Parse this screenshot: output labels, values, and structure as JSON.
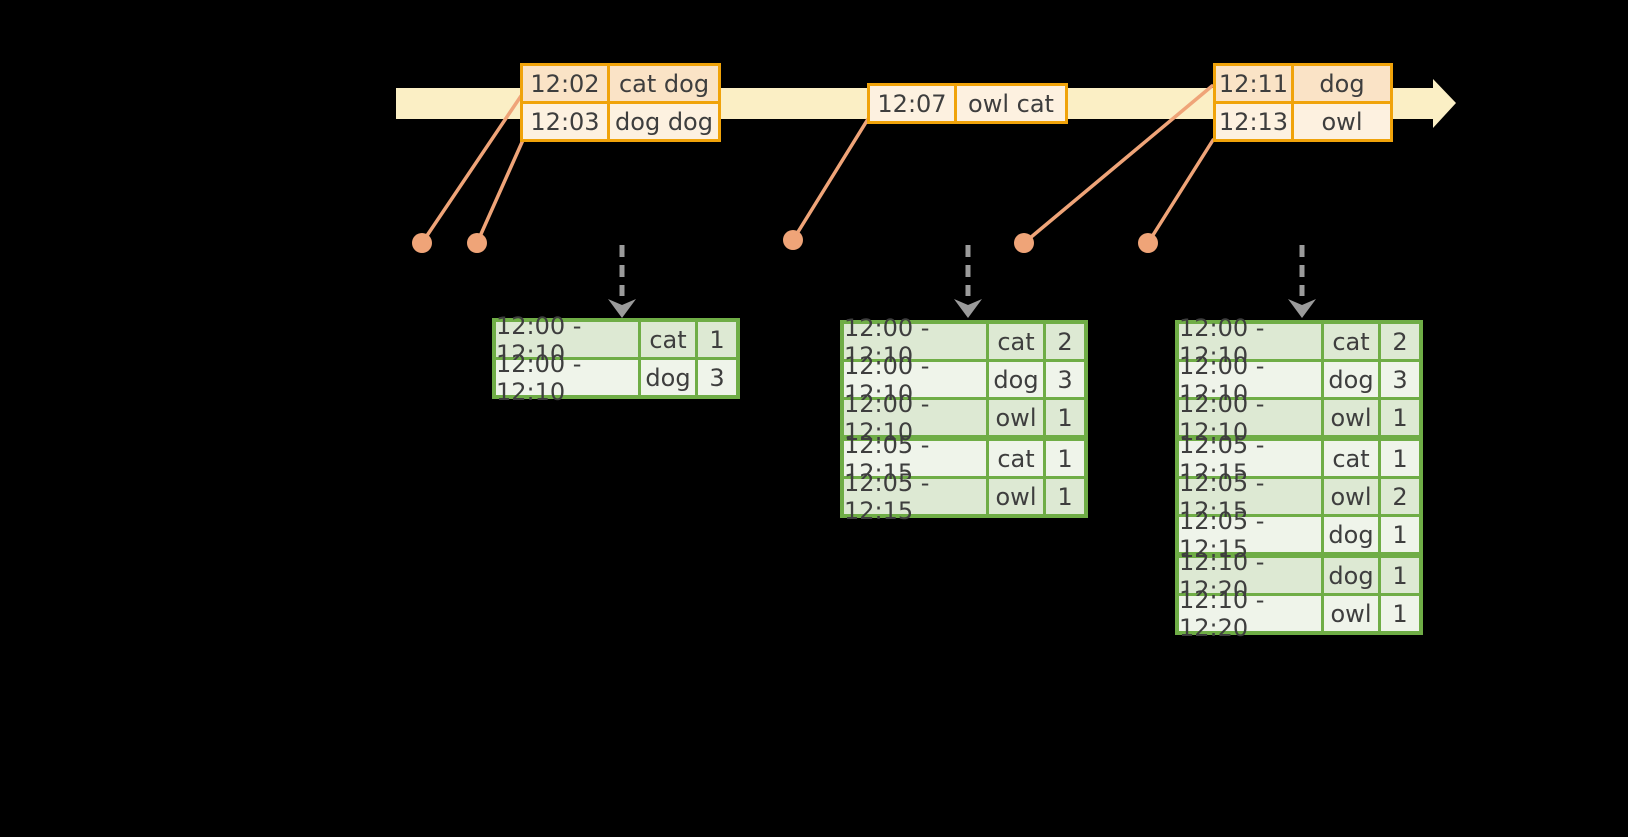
{
  "event_tables": [
    {
      "rows": [
        {
          "time": "12:02",
          "words": "cat dog"
        },
        {
          "time": "12:03",
          "words": "dog dog"
        }
      ]
    },
    {
      "rows": [
        {
          "time": "12:07",
          "words": "owl cat"
        }
      ]
    },
    {
      "rows": [
        {
          "time": "12:11",
          "words": "dog"
        },
        {
          "time": "12:13",
          "words": "owl"
        }
      ]
    }
  ],
  "result_tables": [
    {
      "rows": [
        {
          "window": "12:00 - 12:10",
          "word": "cat",
          "count": 1
        },
        {
          "window": "12:00 - 12:10",
          "word": "dog",
          "count": 3
        }
      ]
    },
    {
      "rows": [
        {
          "window": "12:00 - 12:10",
          "word": "cat",
          "count": 2
        },
        {
          "window": "12:00 - 12:10",
          "word": "dog",
          "count": 3
        },
        {
          "window": "12:00 - 12:10",
          "word": "owl",
          "count": 1
        },
        {
          "window": "12:05 - 12:15",
          "word": "cat",
          "count": 1
        },
        {
          "window": "12:05 - 12:15",
          "word": "owl",
          "count": 1
        }
      ]
    },
    {
      "rows": [
        {
          "window": "12:00 - 12:10",
          "word": "cat",
          "count": 2
        },
        {
          "window": "12:00 - 12:10",
          "word": "dog",
          "count": 3
        },
        {
          "window": "12:00 - 12:10",
          "word": "owl",
          "count": 1
        },
        {
          "window": "12:05 - 12:15",
          "word": "cat",
          "count": 1
        },
        {
          "window": "12:05 - 12:15",
          "word": "owl",
          "count": 2
        },
        {
          "window": "12:05 - 12:15",
          "word": "dog",
          "count": 1
        },
        {
          "window": "12:10 - 12:20",
          "word": "dog",
          "count": 1
        },
        {
          "window": "12:10 - 12:20",
          "word": "owl",
          "count": 1
        }
      ]
    }
  ],
  "colors": {
    "background": "#000000",
    "timeline_fill": "#FBEFC5",
    "event_border": "#F0A30A",
    "event_row_dark": "#FAE3C6",
    "event_row_light": "#FDF1E0",
    "connector": "#EFA478",
    "trigger_arrow": "#9B9B9B",
    "result_border": "#6FAD46",
    "result_row_dark": "#DDE9D3",
    "result_row_light": "#EFF4EA",
    "ink": "#3E3E3E"
  }
}
